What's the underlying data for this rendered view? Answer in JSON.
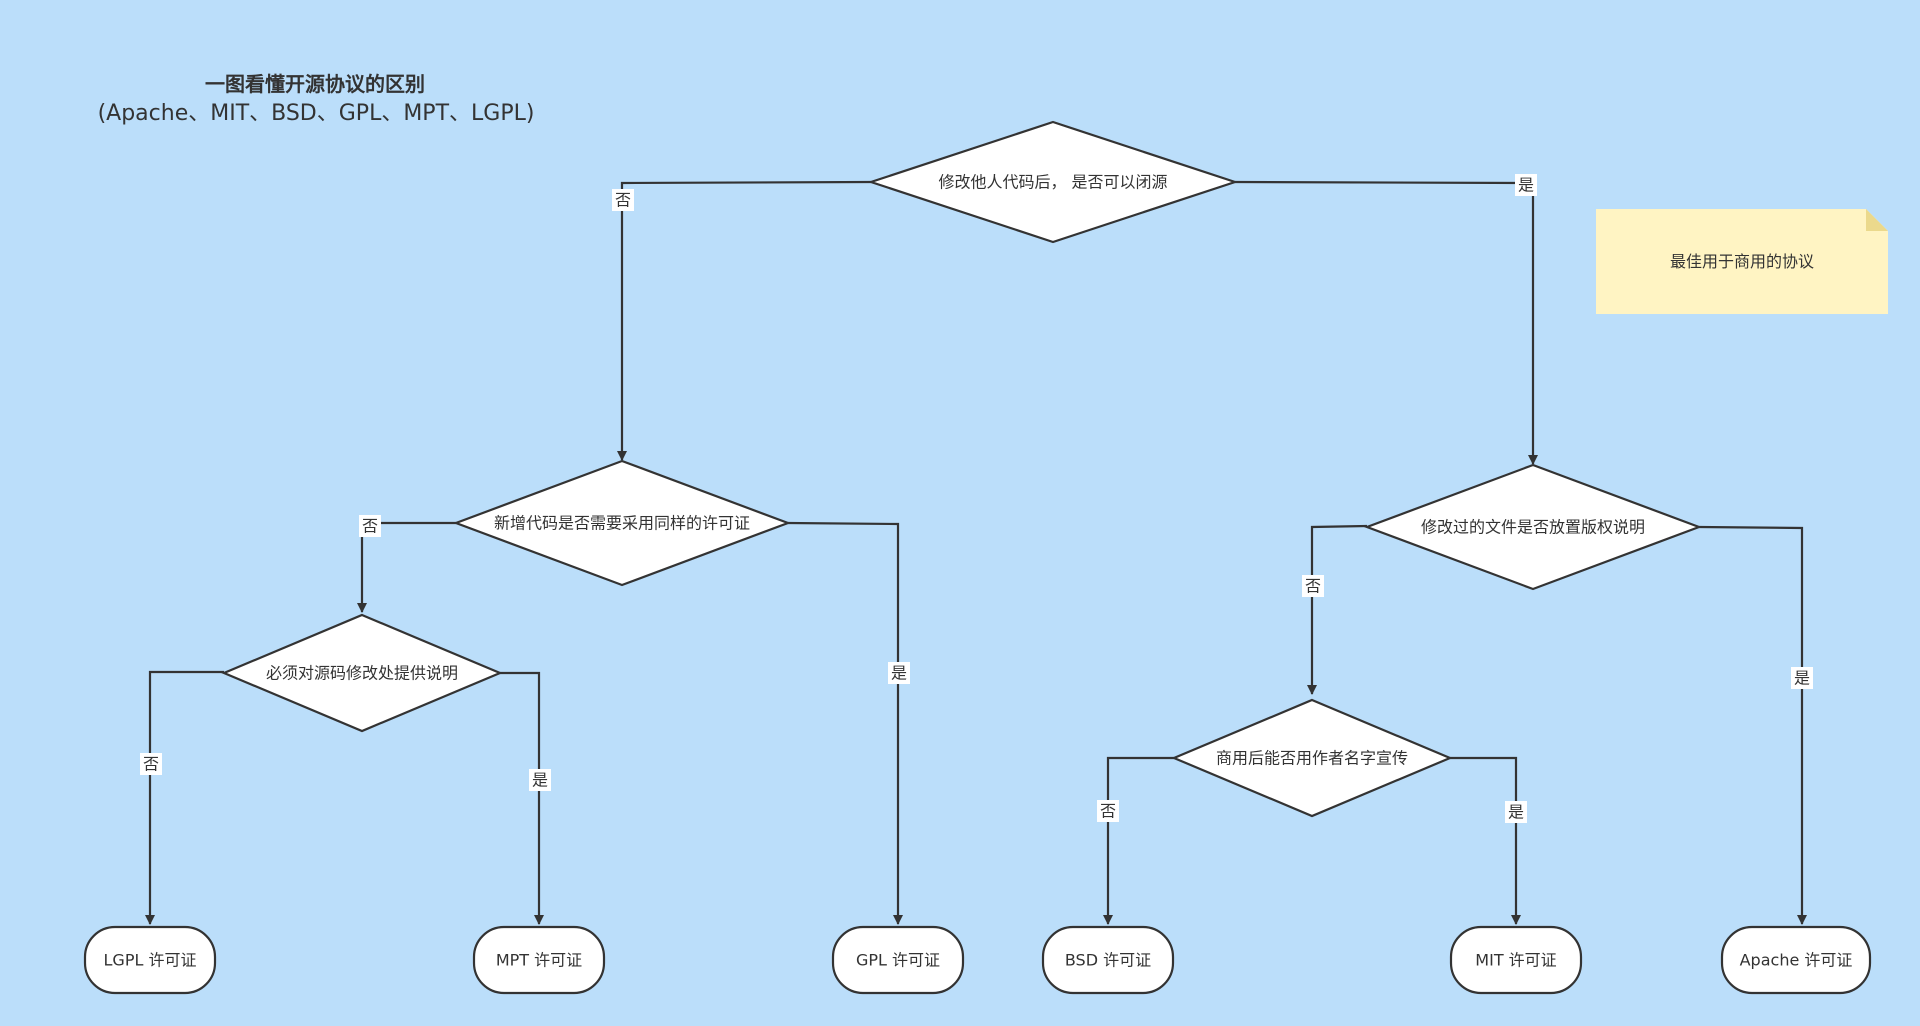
{
  "title": "一图看懂开源协议的区别",
  "subtitle": "(Apache、MIT、BSD、GPL、MPT、LGPL)",
  "note": {
    "text": "最佳用于商用的协议"
  },
  "decisions": [
    {
      "id": "d1",
      "text": "修改他人代码后， 是否可以闭源"
    },
    {
      "id": "d2",
      "text": "新增代码是否需要采用同样的许可证"
    },
    {
      "id": "d3",
      "text": "修改过的文件是否放置版权说明"
    },
    {
      "id": "d4",
      "text": "必须对源码修改处提供说明"
    },
    {
      "id": "d5",
      "text": "商用后能否用作者名字宣传"
    }
  ],
  "licenses": [
    {
      "id": "t1",
      "text": "LGPL 许可证"
    },
    {
      "id": "t2",
      "text": "MPT 许可证"
    },
    {
      "id": "t3",
      "text": "GPL 许可证"
    },
    {
      "id": "t4",
      "text": "BSD 许可证"
    },
    {
      "id": "t5",
      "text": "MIT 许可证"
    },
    {
      "id": "t6",
      "text": "Apache 许可证"
    }
  ],
  "edges": [
    {
      "id": "e1",
      "from": "d1",
      "to": "d2",
      "label": "否"
    },
    {
      "id": "e2",
      "from": "d1",
      "to": "d3",
      "label": "是"
    },
    {
      "id": "e3",
      "from": "d2",
      "to": "d4",
      "label": "否"
    },
    {
      "id": "e4",
      "from": "d2",
      "to": "t3",
      "label": "是"
    },
    {
      "id": "e5",
      "from": "d4",
      "to": "t1",
      "label": "否"
    },
    {
      "id": "e6",
      "from": "d4",
      "to": "t2",
      "label": "是"
    },
    {
      "id": "e7",
      "from": "d3",
      "to": "d5",
      "label": "否"
    },
    {
      "id": "e8",
      "from": "d3",
      "to": "t6",
      "label": "是"
    },
    {
      "id": "e9",
      "from": "d5",
      "to": "t4",
      "label": "否"
    },
    {
      "id": "e10",
      "from": "d5",
      "to": "t5",
      "label": "是"
    }
  ]
}
